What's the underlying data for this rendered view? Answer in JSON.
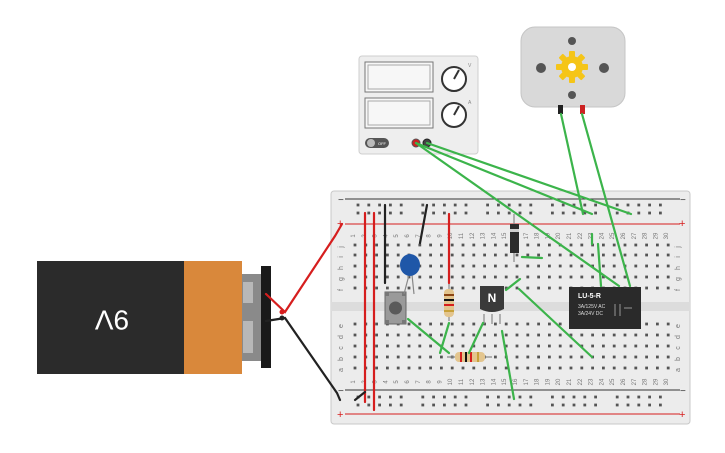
{
  "battery": {
    "label": "9V"
  },
  "power_supply": {
    "switch_label": "OFF",
    "knob1_label": "V",
    "knob2_label": "A"
  },
  "relay": {
    "model": "LU-5-R",
    "rating_ac": "3A/125V AC",
    "rating_dc": "3A/24V DC"
  },
  "transistor": {
    "label": "N"
  },
  "breadboard": {
    "column_numbers": [
      "1",
      "2",
      "3",
      "4",
      "5",
      "6",
      "7",
      "8",
      "9",
      "10",
      "11",
      "12",
      "13",
      "14",
      "15",
      "16",
      "17",
      "18",
      "19",
      "20",
      "21",
      "22",
      "23",
      "24",
      "25",
      "26",
      "27",
      "28",
      "29",
      "30"
    ],
    "top_rows": [
      "j",
      "i",
      "h",
      "g",
      "f"
    ],
    "bottom_rows": [
      "e",
      "d",
      "c",
      "b",
      "a"
    ],
    "plus": "+",
    "minus": "−"
  },
  "colors": {
    "wire_green": "#3cb44b",
    "wire_red": "#d61e1e",
    "wire_black": "#222222",
    "breadboard": "#e9e9e9",
    "battery_body": "#2b2b2b",
    "battery_cap": "#d9883b",
    "motor_body": "#d9d9d9",
    "gear": "#f5c518"
  }
}
